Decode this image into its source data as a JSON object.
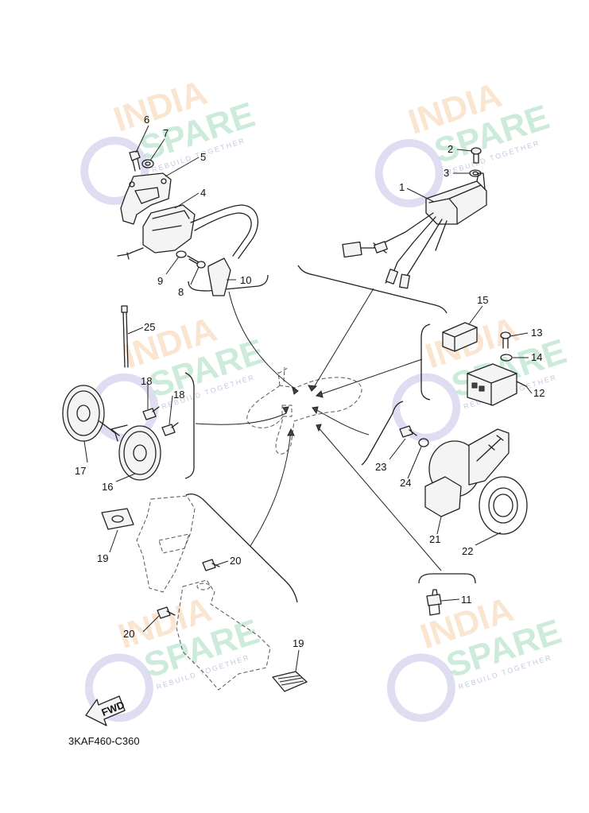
{
  "diagram": {
    "drawing_code": "3KAF460-C360",
    "fwd_label": "FWD",
    "watermark": {
      "line1": "INDIA",
      "line2": "SPARE",
      "tagline": "REBUILD TOGETHER"
    },
    "labels": {
      "p1": "1",
      "p2": "2",
      "p3": "3",
      "p4": "4",
      "p5": "5",
      "p6": "6",
      "p7": "7",
      "p8": "8",
      "p9": "9",
      "p10": "10",
      "p11": "11",
      "p12": "12",
      "p13": "13",
      "p14": "14",
      "p15": "15",
      "p16": "16",
      "p17": "17",
      "p18a": "18",
      "p18b": "18",
      "p19a": "19",
      "p19b": "19",
      "p20a": "20",
      "p20b": "20",
      "p21": "21",
      "p22": "22",
      "p23": "23",
      "p24": "24",
      "p25": "25"
    }
  }
}
